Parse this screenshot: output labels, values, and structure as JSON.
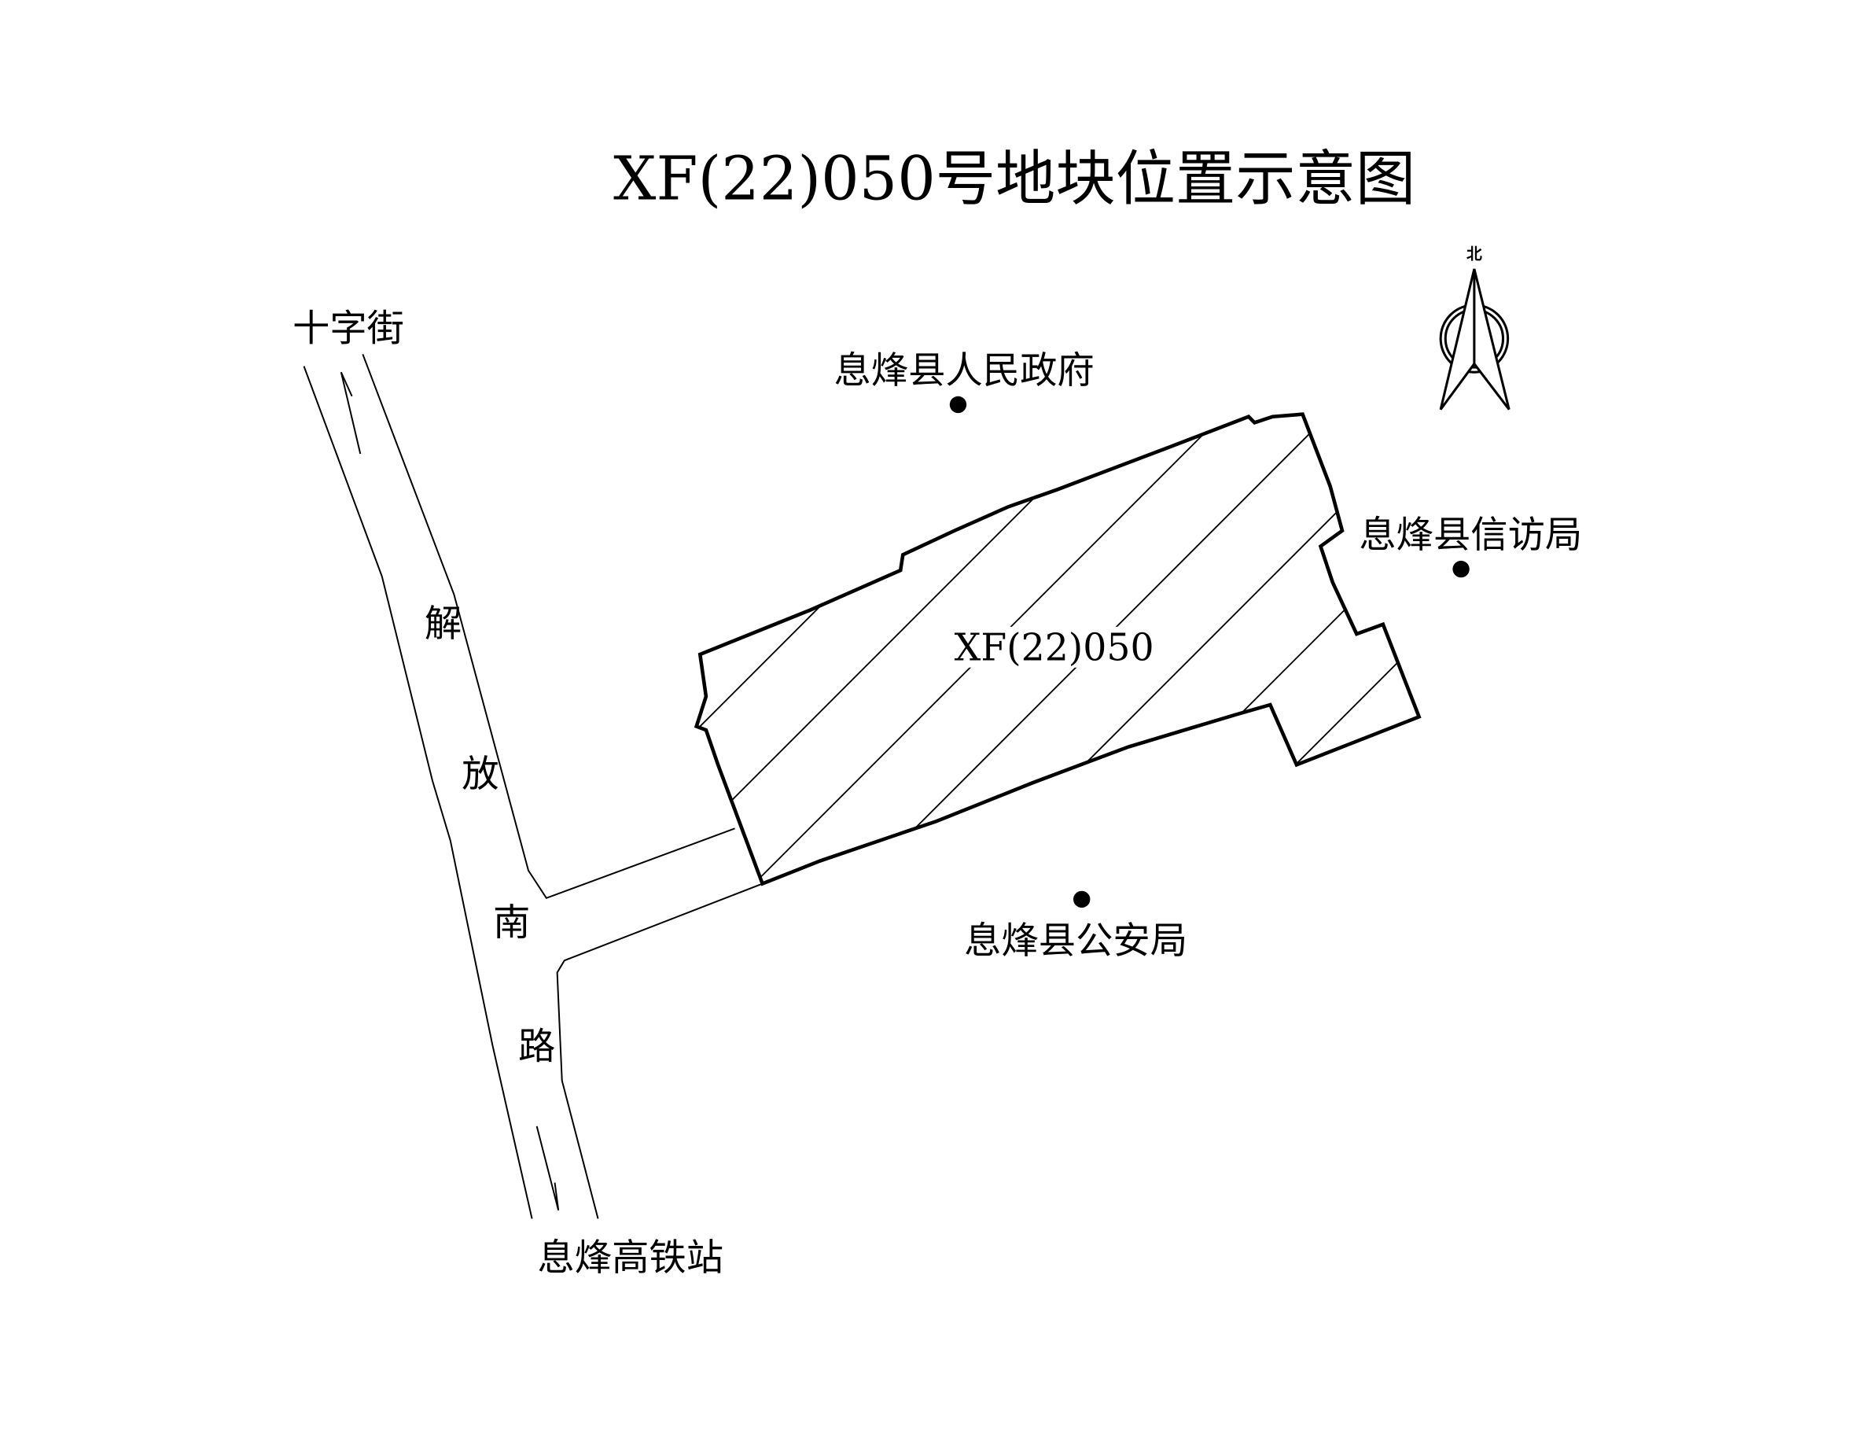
{
  "title": "XF(22)050号地块位置示意图",
  "parcel": {
    "label": "XF(22)050"
  },
  "compass": {
    "label": "北"
  },
  "road": {
    "chars": [
      "解",
      "放",
      "南",
      "路"
    ]
  },
  "places": {
    "north_end": "十字街",
    "south_end": "息烽高铁站",
    "government": "息烽县人民政府",
    "petition_bureau": "息烽县信访局",
    "police_bureau": "息烽县公安局"
  },
  "colors": {
    "ink": "#000000",
    "background": "#ffffff"
  }
}
